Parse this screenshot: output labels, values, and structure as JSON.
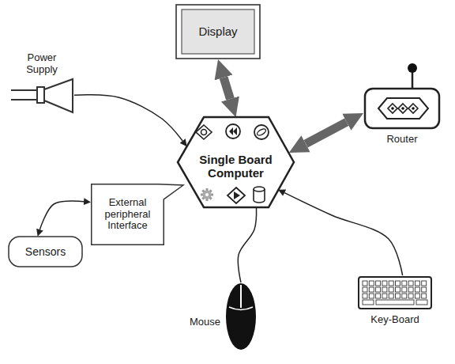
{
  "diagram": {
    "nodes": [
      {
        "text": [
          "Display"
        ]
      },
      {
        "text": [
          "Power Supply"
        ]
      },
      {
        "text": [
          "Router"
        ]
      },
      {
        "text": [
          "Single Board Computer"
        ]
      },
      {
        "text": [
          "External peripheral Interface"
        ]
      },
      {
        "text": [
          "Sensors"
        ]
      },
      {
        "text": [
          "Mouse"
        ]
      },
      {
        "text": [
          "Key-Board"
        ]
      }
    ],
    "edges": [
      {
        "from": 0,
        "to": 3,
        "arrow": "both"
      },
      {
        "from": 3,
        "to": 2,
        "arrow": "both"
      },
      {
        "from": 1,
        "to": 3,
        "arrow": "to"
      },
      {
        "from": 4,
        "to": 5,
        "arrow": "both"
      },
      {
        "from": 6,
        "to": 3,
        "arrow": "none"
      },
      {
        "from": 7,
        "to": 3,
        "arrow": "to"
      }
    ]
  }
}
